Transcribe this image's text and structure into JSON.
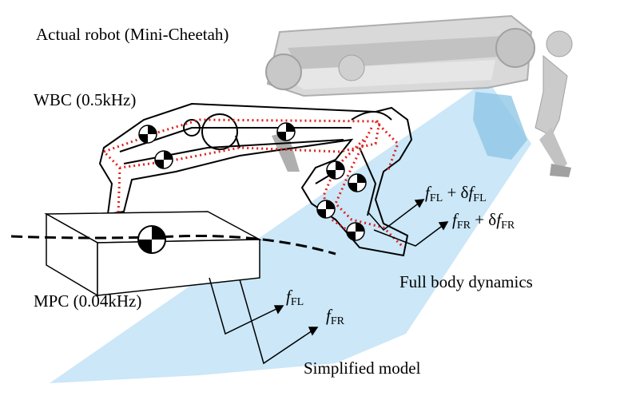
{
  "labels": {
    "actual_robot": "Actual robot (Mini-Cheetah)",
    "wbc": "WBC (0.5kHz)",
    "mpc": "MPC (0.04kHz)",
    "full_body": "Full body dynamics",
    "simplified": "Simplified model"
  },
  "forces": {
    "f_fl_wbc": {
      "base": "f",
      "sub": "FL",
      "plus": " + δ",
      "base2": "f",
      "sub2": "FL"
    },
    "f_fr_wbc": {
      "base": "f",
      "sub": "FR",
      "plus": " + δ",
      "base2": "f",
      "sub2": "FR"
    },
    "f_fl_mpc": {
      "base": "f",
      "sub": "FL"
    },
    "f_fr_mpc": {
      "base": "f",
      "sub": "FR"
    }
  },
  "colors": {
    "sky_wedge": "#c8e6f8",
    "robot_metal": "#cfcfcf",
    "robot_shadow": "#9a9a9a",
    "foot_blue": "#8ec6e6",
    "dotted_red": "#e0201c",
    "outline": "#000000"
  }
}
